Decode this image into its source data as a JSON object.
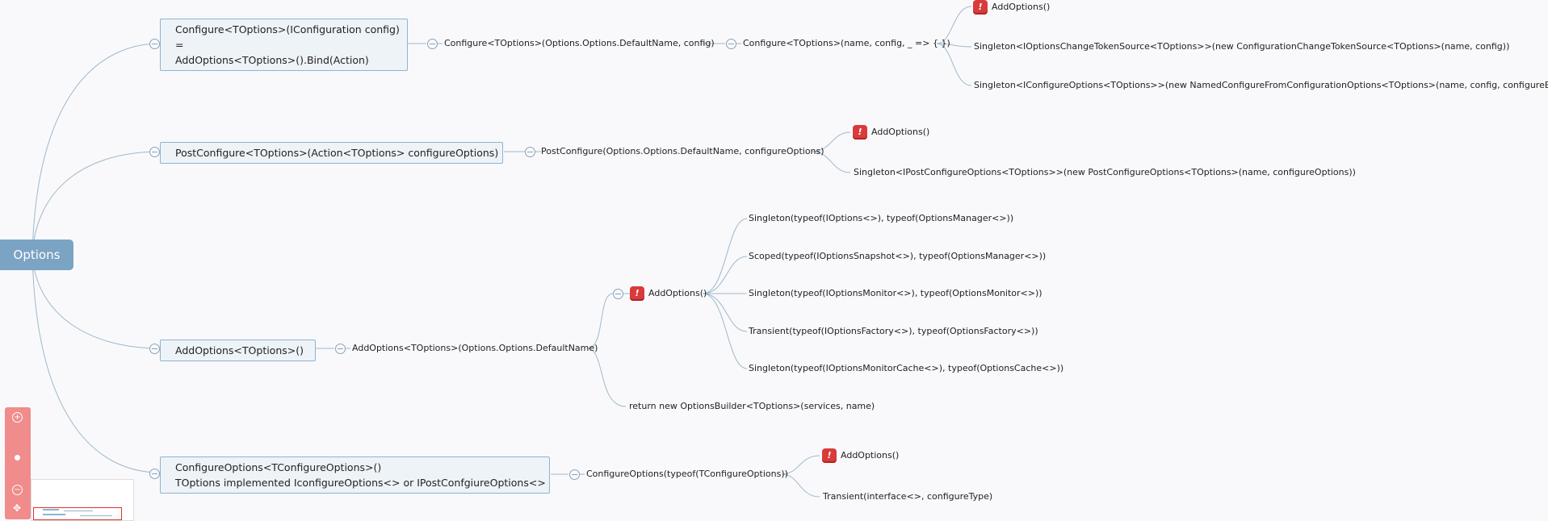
{
  "root": {
    "label": "Options"
  },
  "branches": [
    {
      "box_lines": [
        "Configure<TOptions>(IConfiguration config)",
        "=",
        "AddOptions<TOptions>().Bind(Action)"
      ],
      "step1": "Configure<TOptions>(Options.Options.DefaultName, config)",
      "step2": "Configure<TOptions>(name, config, _ => { })",
      "leaves": [
        "AddOptions()",
        "Singleton<IOptionsChangeTokenSource<TOptions>>(new ConfigurationChangeTokenSource<TOptions>(name, config))",
        "Singleton<IConfigureOptions<TOptions>>(new NamedConfigureFromConfigurationOptions<TOptions>(name, config, configureBinder))"
      ]
    },
    {
      "box_lines": [
        "PostConfigure<TOptions>(Action<TOptions> configureOptions)"
      ],
      "step1": "PostConfigure(Options.Options.DefaultName, configureOptions)",
      "leaves": [
        "AddOptions()",
        "Singleton<IPostConfigureOptions<TOptions>>(new PostConfigureOptions<TOptions>(name, configureOptions))"
      ]
    },
    {
      "box_lines": [
        "AddOptions<TOptions>()"
      ],
      "step1": "AddOptions<TOptions>(Options.Options.DefaultName)",
      "step2": "AddOptions()",
      "leaves": [
        "Singleton(typeof(IOptions<>), typeof(OptionsManager<>))",
        "Scoped(typeof(IOptionsSnapshot<>), typeof(OptionsManager<>))",
        "Singleton(typeof(IOptionsMonitor<>), typeof(OptionsMonitor<>))",
        "Transient(typeof(IOptionsFactory<>), typeof(OptionsFactory<>))",
        "Singleton(typeof(IOptionsMonitorCache<>), typeof(OptionsCache<>))"
      ],
      "return_leaf": "return new OptionsBuilder<TOptions>(services, name)"
    },
    {
      "box_lines": [
        "ConfigureOptions<TConfigureOptions>()",
        "TOptions implemented IconfigureOptions<> or IPostConfgiureOptions<>"
      ],
      "step1": "ConfigureOptions(typeof(TConfigureOptions))",
      "leaves": [
        "AddOptions()",
        "Transient(interface<>, configureType)"
      ]
    }
  ],
  "badge_glyph": "!",
  "colors": {
    "root": "#7ba3c4",
    "line": "#9fb8cc",
    "badge": "#d93b3b",
    "zoom_panel": "#f08c8c"
  }
}
